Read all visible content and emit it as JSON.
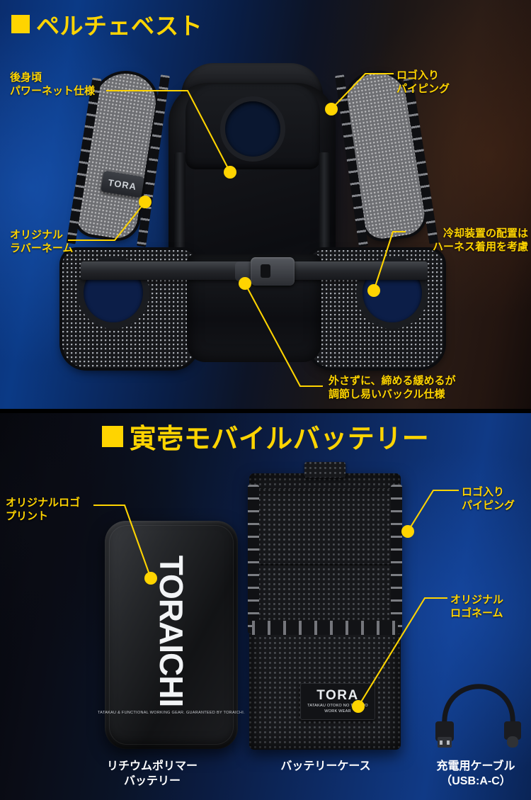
{
  "theme": {
    "accent": "#FFD400",
    "caption_color": "#FFFFFF",
    "panel_top_gradient": "blue-to-dark-brown",
    "panel_bottom_gradient": "dark-to-blue"
  },
  "sections": [
    {
      "id": "peltier-vest",
      "heading": "ペルチェベスト",
      "bullet": "square-bullet",
      "callouts": [
        {
          "id": "power-net",
          "text": "後身頃\nパワーネット仕様",
          "align": "left"
        },
        {
          "id": "logo-piping",
          "text": "ロゴ入り\nパイピング",
          "align": "left"
        },
        {
          "id": "rubber-name",
          "text": "オリジナル\nラバーネーム",
          "align": "left"
        },
        {
          "id": "cooling-placement",
          "text": "冷却装置の配置は\nハーネス着用を考慮",
          "align": "right"
        },
        {
          "id": "buckle-spec",
          "text": "外さずに、締める緩めるが\n調節し易いバックル仕様",
          "align": "left"
        }
      ],
      "product_marks": {
        "strap_tape_logo": "TORA",
        "rubber_patch_logo": "TORA"
      }
    },
    {
      "id": "mobile-battery",
      "heading": "寅壱モバイルバッテリー",
      "bullet": "square-bullet",
      "callouts": [
        {
          "id": "logo-print",
          "text": "オリジナルロゴ\nプリント",
          "align": "left"
        },
        {
          "id": "case-logo-piping",
          "text": "ロゴ入り\nパイピング",
          "align": "left"
        },
        {
          "id": "logo-name",
          "text": "オリジナル\nロゴネーム",
          "align": "left"
        }
      ],
      "items": [
        {
          "id": "lithium-polymer-battery",
          "caption": "リチウムポリマー\nバッテリー"
        },
        {
          "id": "battery-case",
          "caption": "バッテリーケース"
        },
        {
          "id": "charging-cable",
          "caption": "充電用ケーブル\n（USB:A-C）"
        }
      ],
      "product_marks": {
        "battery_logo": "TORAICHI",
        "battery_logo_subtext": "TATAKAU & FUNCTIONAL WORKING GEAR. GUARANTEED BY TORAICHI.",
        "case_patch_logo": "TORA",
        "case_patch_subtext": "TATAKAU OTOKO NO\nTAMENO WORK WEAR"
      }
    }
  ]
}
